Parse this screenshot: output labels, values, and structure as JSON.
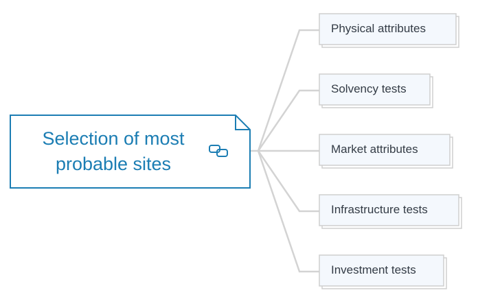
{
  "root": {
    "lines": [
      "Selection of most",
      "probable sites"
    ],
    "icon": "linked-topic-icon",
    "border_color": "#1b7db3",
    "text_color": "#1b7db3"
  },
  "children": [
    {
      "label": "Physical attributes"
    },
    {
      "label": "Solvency tests"
    },
    {
      "label": "Market attributes"
    },
    {
      "label": "Infrastructure tests"
    },
    {
      "label": "Investment tests"
    }
  ],
  "colors": {
    "connector": "#d3d3d3",
    "child_fill": "#f4f8fd",
    "child_border": "#cfcfcf"
  }
}
